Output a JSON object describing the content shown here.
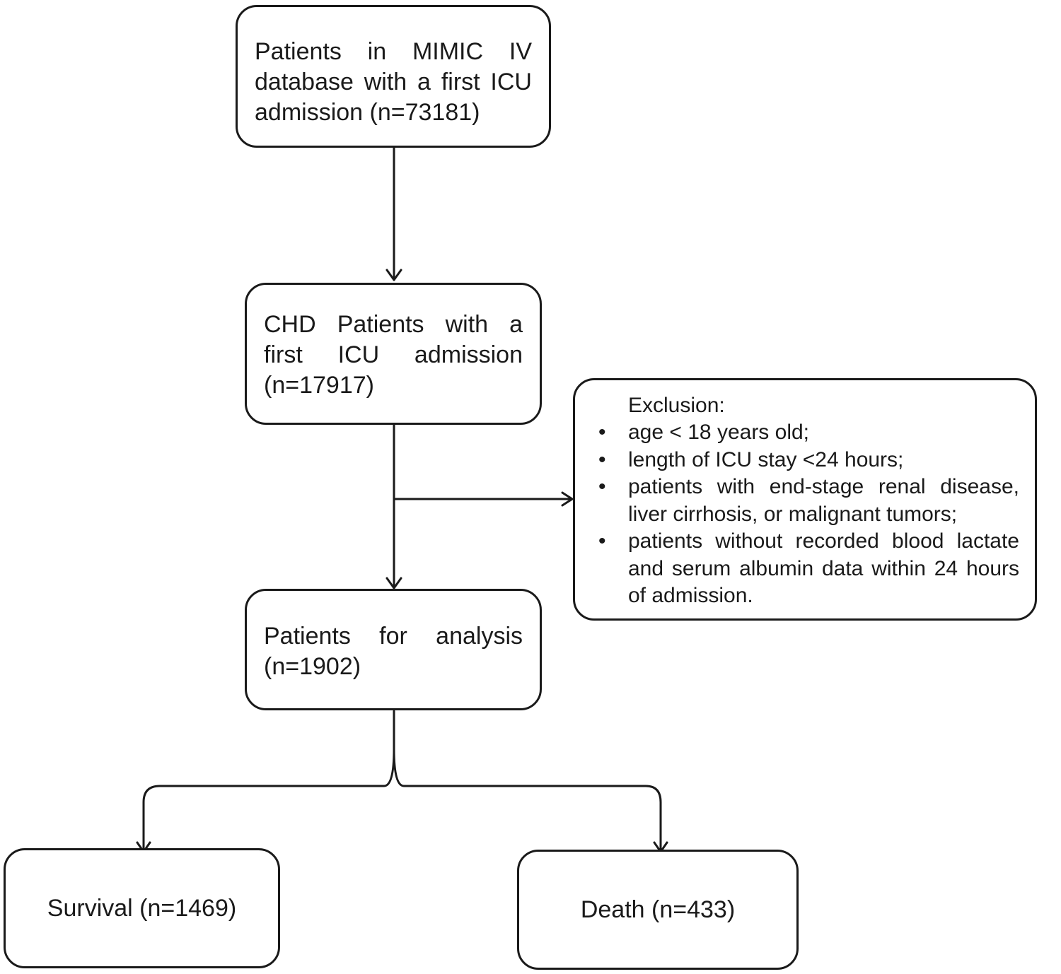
{
  "boxes": {
    "mimic": "Patients in MIMIC IV database with a first ICU admission (n=73181)",
    "chd": "CHD Patients with a first ICU admission (n=17917)",
    "analysis": "Patients for analysis (n=1902)",
    "survival": "Survival (n=1469)",
    "death": "Death (n=433)"
  },
  "exclusion": {
    "title": "Exclusion:",
    "bullet_symbol": "•",
    "items": [
      "age < 18 years old;",
      "length of ICU stay <24 hours;",
      "patients with end-stage renal disease, liver cirrhosis, or malignant tumors;",
      "patients without recorded blood lactate and serum albumin data within 24 hours of admission."
    ]
  }
}
